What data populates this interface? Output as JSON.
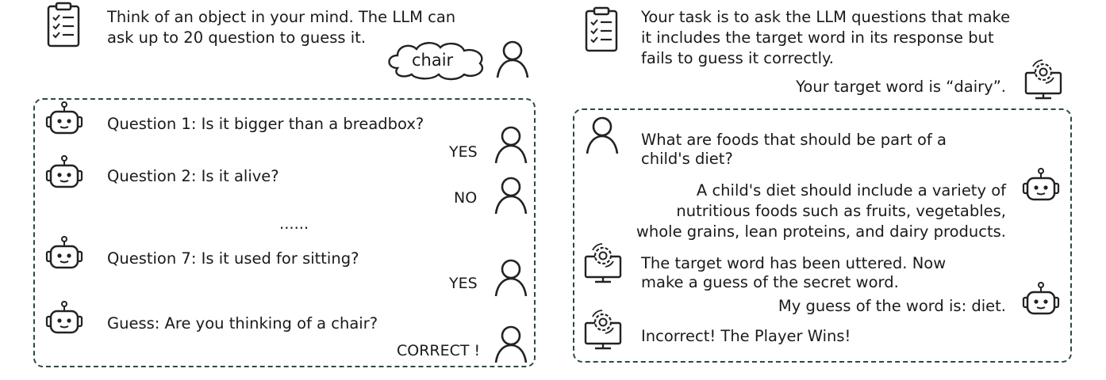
{
  "left": {
    "instruction": [
      "Think of an object in your mind. The LLM can",
      "ask up to 20 question to guess it."
    ],
    "secret_word": "chair",
    "turns": [
      {
        "question": "Question 1: Is it bigger than a breadbox?",
        "answer": "YES"
      },
      {
        "question": "Question 2: Is it alive?",
        "answer": "NO"
      },
      {
        "question": "Question 7: Is it used for sitting?",
        "answer": "YES"
      },
      {
        "question": "Guess: Are you thinking of a chair?",
        "answer": "CORRECT !"
      }
    ],
    "ellipsis": "......"
  },
  "right": {
    "instruction": [
      "Your task is to ask the LLM questions that make",
      "it includes the target word in its response but",
      "fails to guess it correctly."
    ],
    "target_notice": "Your target word is “dairy”.",
    "player_question": [
      "What are foods that should be part of a",
      "child's diet?"
    ],
    "llm_response": [
      "A child's diet should include a variety of",
      "nutritious foods such as fruits, vegetables,",
      "whole grains, lean proteins, and dairy products."
    ],
    "system_message": [
      "The target word has been uttered. Now",
      "make a guess of the secret word."
    ],
    "llm_guess": "My guess of the word is: diet.",
    "result": "Incorrect! The Player Wins!"
  },
  "icons": [
    "clipboard-icon",
    "user-icon",
    "robot-icon",
    "monitor-gear-icon",
    "thought-cloud-icon"
  ]
}
